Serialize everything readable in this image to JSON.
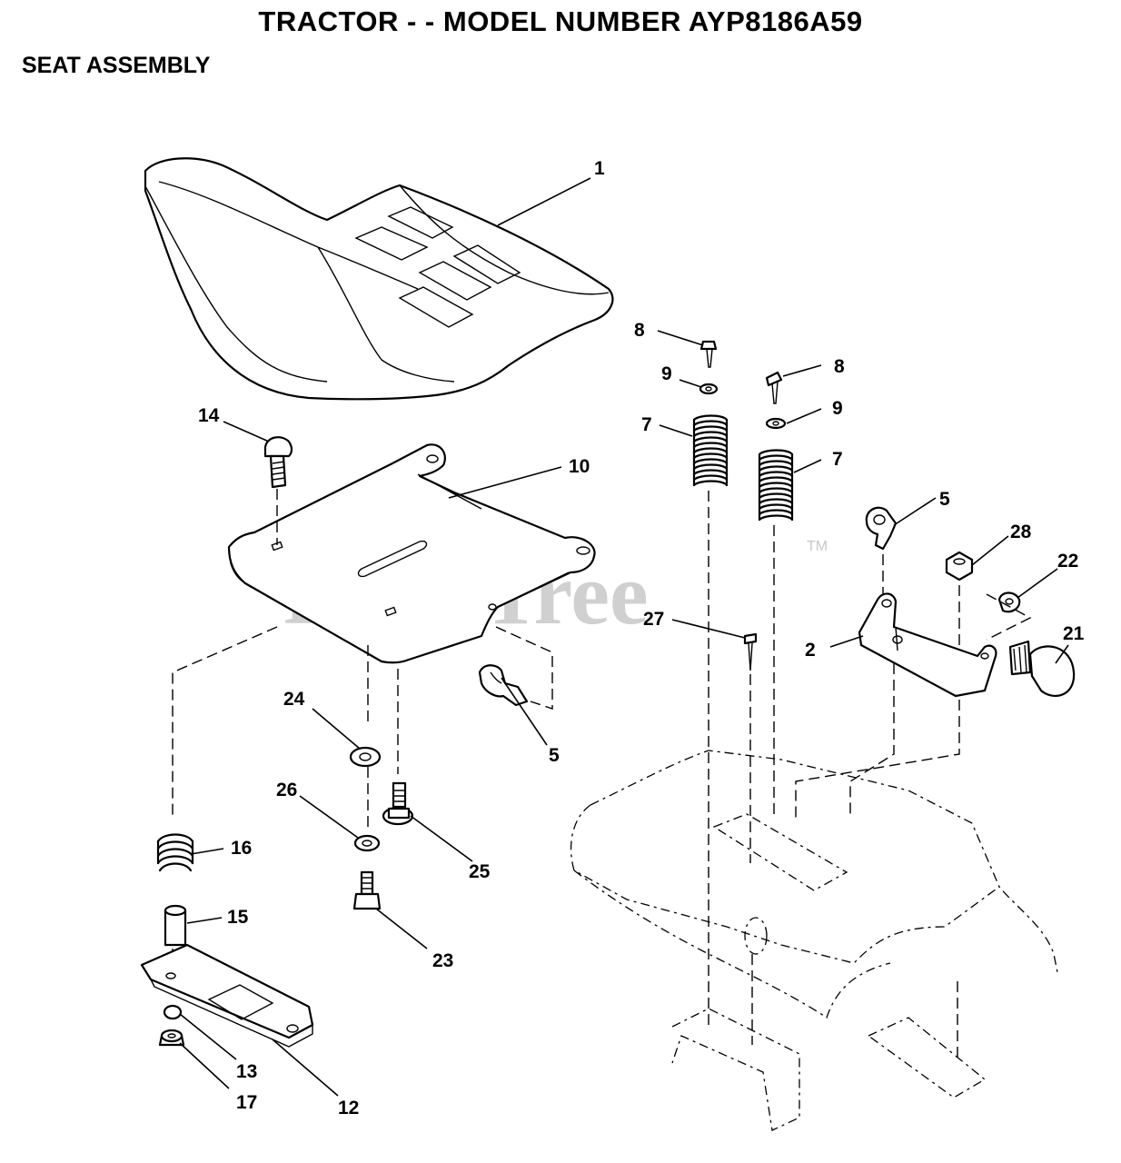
{
  "header": {
    "title": "TRACTOR - - MODEL NUMBER AYP8186A59",
    "subtitle": "SEAT ASSEMBLY"
  },
  "watermark": {
    "text": "PartsTree",
    "tm": "TM"
  },
  "callouts": [
    {
      "id": "c1",
      "label": "1"
    },
    {
      "id": "c8a",
      "label": "8"
    },
    {
      "id": "c8b",
      "label": "8"
    },
    {
      "id": "c9a",
      "label": "9"
    },
    {
      "id": "c9b",
      "label": "9"
    },
    {
      "id": "c7a",
      "label": "7"
    },
    {
      "id": "c7b",
      "label": "7"
    },
    {
      "id": "c14",
      "label": "14"
    },
    {
      "id": "c10",
      "label": "10"
    },
    {
      "id": "c5a",
      "label": "5"
    },
    {
      "id": "c5b",
      "label": "5"
    },
    {
      "id": "c28",
      "label": "28"
    },
    {
      "id": "c22",
      "label": "22"
    },
    {
      "id": "c27",
      "label": "27"
    },
    {
      "id": "c2",
      "label": "2"
    },
    {
      "id": "c21",
      "label": "21"
    },
    {
      "id": "c24",
      "label": "24"
    },
    {
      "id": "c26",
      "label": "26"
    },
    {
      "id": "c25",
      "label": "25"
    },
    {
      "id": "c16",
      "label": "16"
    },
    {
      "id": "c15",
      "label": "15"
    },
    {
      "id": "c23",
      "label": "23"
    },
    {
      "id": "c13",
      "label": "13"
    },
    {
      "id": "c17",
      "label": "17"
    },
    {
      "id": "c12",
      "label": "12"
    }
  ]
}
